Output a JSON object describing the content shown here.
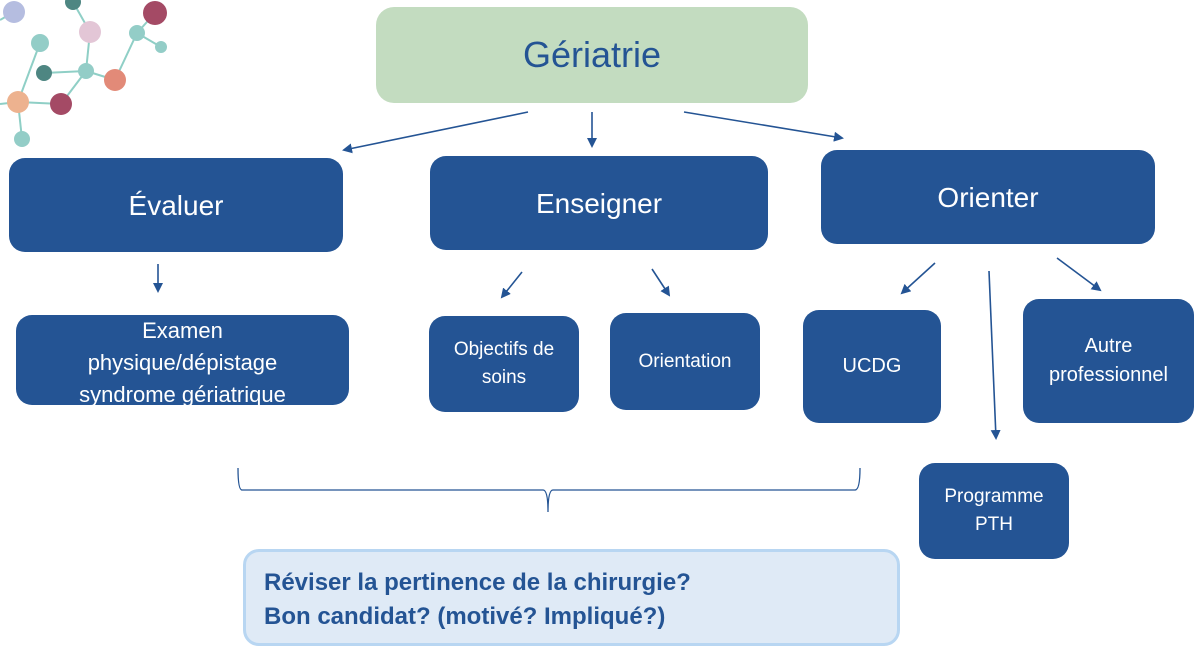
{
  "colors": {
    "primary_blue": "#245494",
    "root_green": "#c3dcc0",
    "bottom_fill": "#dfeaf6",
    "bottom_border": "#b8d6f2"
  },
  "decoration": {
    "icon": "molecule-network-icon"
  },
  "root": {
    "label": "Gériatrie"
  },
  "level1": [
    {
      "label": "Évaluer"
    },
    {
      "label": "Enseigner"
    },
    {
      "label": "Orienter"
    }
  ],
  "evaluer_children": [
    {
      "lines": [
        "Examen",
        "physique/dépistage",
        "syndrome gériatrique"
      ]
    }
  ],
  "enseigner_children": [
    {
      "lines": [
        "Objectifs de",
        "soins"
      ]
    },
    {
      "lines": [
        "Orientation"
      ]
    }
  ],
  "orienter_children": [
    {
      "lines": [
        "UCDG"
      ]
    },
    {
      "lines": [
        "Programme",
        "PTH"
      ]
    },
    {
      "lines": [
        "Autre",
        "professionnel"
      ]
    }
  ],
  "conclusion": {
    "lines": [
      "Réviser la pertinence de la chirurgie?",
      "Bon candidat? (motivé? Impliqué?)"
    ]
  }
}
